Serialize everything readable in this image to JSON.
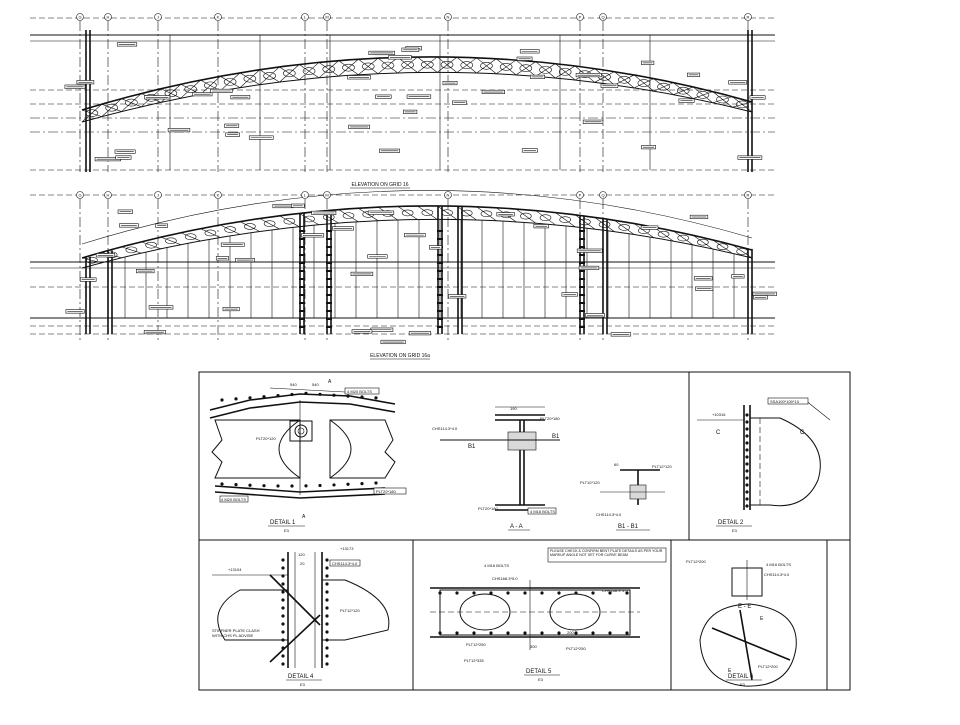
{
  "sheet": {
    "elevation_1_title": "ELEVATION ON GRID 16",
    "elevation_2_title": "ELEVATION ON GRID 16a"
  },
  "details": {
    "detail_1": {
      "title": "DETAIL 1",
      "sheet_ref": "E3"
    },
    "section_aa": {
      "title": "A - A"
    },
    "section_b1": {
      "title": "B1 - B1"
    },
    "detail_2": {
      "title": "DETAIL 2",
      "sheet_ref": "E3"
    },
    "detail_4": {
      "title": "DETAIL 4",
      "sheet_ref": "E3"
    },
    "detail_5": {
      "title": "DETAIL 5",
      "sheet_ref": "E3"
    },
    "detail_6": {
      "title": "DETAIL 6",
      "sheet_ref": "E3"
    },
    "section_ee": {
      "title": "E - E"
    }
  },
  "labels": {
    "plt20x180_a": "PLT20*180",
    "plt20x180_b": "PLT20*180",
    "plt20x180_c": "PLT20*180",
    "plt20x120": "PLT20*120",
    "plt10x120": "PLT10*120",
    "plt12x120": "PLT12*120",
    "plt12x200": "PLT12*200",
    "plt12x250": "PLT12*250",
    "plt12x335": "PLT12*335",
    "chs114": "CHS114.3*4.0",
    "chs168": "CHS168.3*5.0",
    "m20_bolts_a": "4 M20 BOLTS",
    "m20_bolts_b": "4 M20 BOLTS",
    "m16_bolts": "4 M16 BOLTS",
    "ssa": "SSA100*100*10",
    "lvl_10316": "+10316",
    "lvl_13173": "+13173",
    "lvl_13104": "+13104",
    "stiffener_note": "STIFFNER PLATE CLASH WITH CHS PL ADVISE",
    "please_note": "PLEASE CHECK & CONFIRM BENT PLATE DETAILS AS PER YOUR MARKUP ANGLE NOT SET FOR CURVE BEAM",
    "dim_190": "190",
    "dim_300": "300",
    "dim_200": "200",
    "dim_50": "50",
    "dim_40": "40",
    "dim_70": "70",
    "dim_60": "60",
    "dim_120": "120",
    "dim_540": "540",
    "dim_540b": "540",
    "dim_20": "20",
    "cut_a": "A",
    "cut_a2": "A",
    "cut_b1": "B1",
    "cut_b1b": "B1",
    "cut_c": "C",
    "cut_c2": "C",
    "cut_e": "E",
    "cut_e2": "E"
  },
  "grid_bubbles": [
    "G",
    "H",
    "J",
    "K",
    "L",
    "M",
    "N",
    "P",
    "Q",
    "R"
  ]
}
